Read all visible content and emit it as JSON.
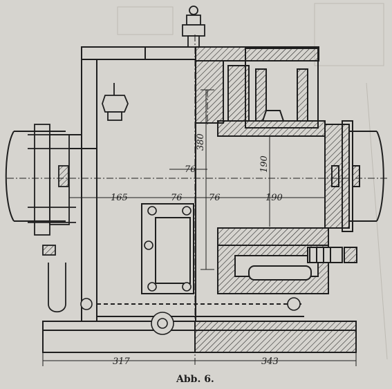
{
  "figure": {
    "caption": "Abb. 6.",
    "dimensions": {
      "total_left": "317",
      "total_right": "343",
      "left_span": "165",
      "gap_a": "76",
      "gap_b": "76",
      "gap_c": "76",
      "right_span": "190",
      "vertical_height": "380",
      "vertical_radius": "190"
    }
  },
  "colors": {
    "paper": "#d6d4cf",
    "ink": "#1e1e1e"
  }
}
